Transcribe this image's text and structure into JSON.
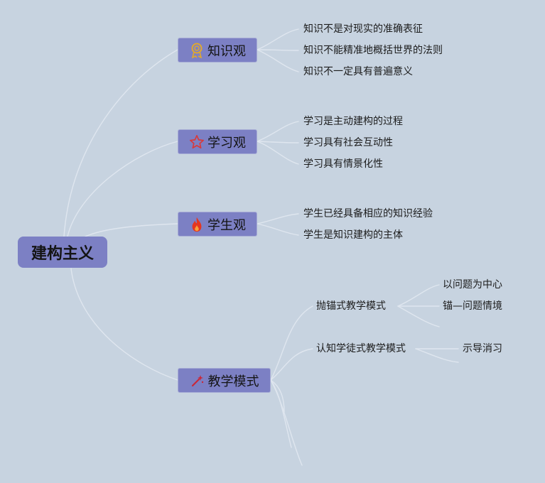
{
  "root": {
    "label": "建构主义"
  },
  "categories": [
    {
      "label": "知识观",
      "icon": "award-ribbon-icon",
      "leaves": [
        "知识不是对现实的准确表征",
        "知识不能精准地概括世界的法则",
        "知识不一定具有普遍意义"
      ]
    },
    {
      "label": "学习观",
      "icon": "star-outline-icon",
      "leaves": [
        "学习是主动建构的过程",
        "学习具有社会互动性",
        "学习具有情景化性"
      ]
    },
    {
      "label": "学生观",
      "icon": "flame-icon",
      "leaves": [
        "学生已经具备相应的知识经验",
        "学生是知识建构的主体"
      ]
    },
    {
      "label": "教学模式",
      "icon": "wand-sparkle-icon",
      "branches": [
        {
          "label": "抛锚式教学模式",
          "leaves": [
            "以问题为中心",
            "锚—问题情境"
          ]
        },
        {
          "label": "认知学徒式教学模式",
          "leaves": [
            "示导消习"
          ]
        }
      ]
    }
  ],
  "colors": {
    "background": "#c7d3e0",
    "node_fill": "#7c80c4",
    "connector": "#dfe6ef",
    "award_icon": "#e0a82e",
    "star_icon": "#d83a3a",
    "flame_icon": "#e5361f",
    "wand_icon": "#c8283a"
  }
}
